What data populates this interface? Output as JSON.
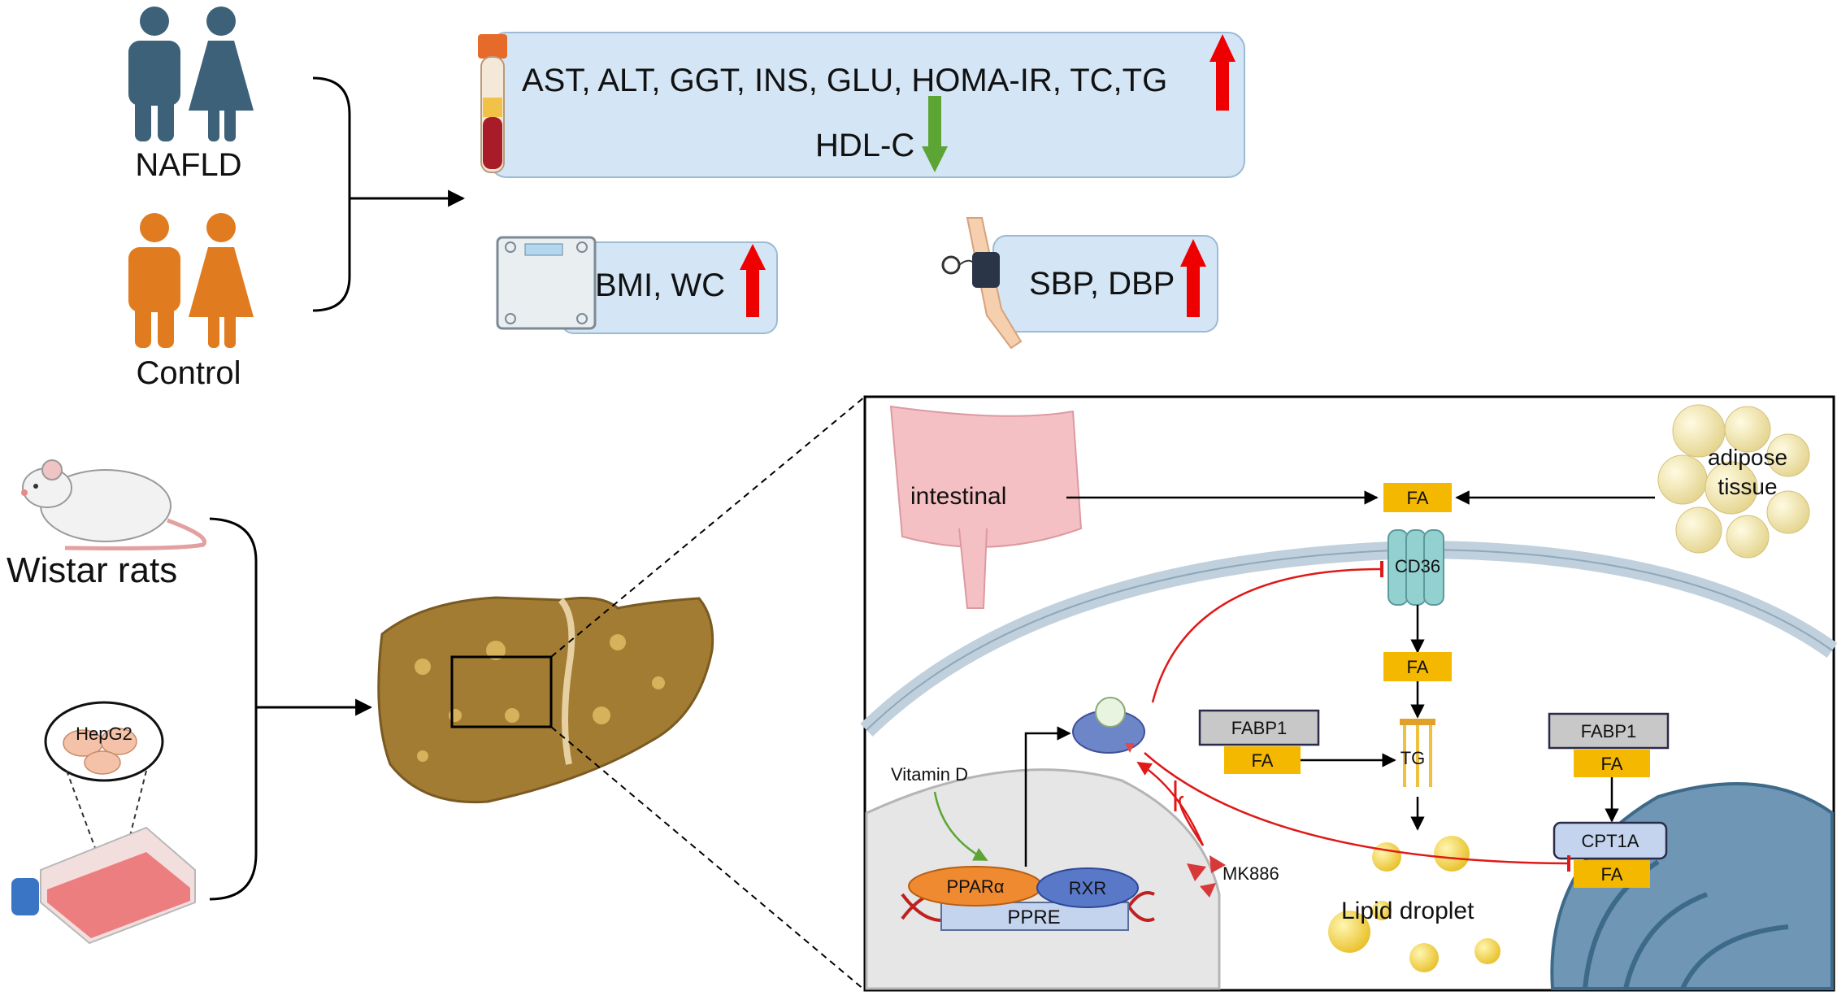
{
  "groups": {
    "nafld": "NAFLD",
    "control": "Control",
    "wistar": "Wistar rats",
    "hepg2": "HepG2"
  },
  "blood_panel": {
    "markers_up": "AST, ALT, GGT, INS, GLU, HOMA-IR, TC,TG",
    "markers_down": "HDL-C"
  },
  "body_panel": {
    "text": "BMI, WC"
  },
  "bp_panel": {
    "text": "SBP, DBP"
  },
  "pathway": {
    "intestinal": "intestinal",
    "adipose_line1": "adipose",
    "adipose_line2": "tissue",
    "fa": "FA",
    "cd36": "CD36",
    "fabp1": "FABP1",
    "tg": "TG",
    "cpt1a": "CPT1A",
    "vitamin_d": "Vitamin D",
    "ppara": "PPARα",
    "rxr": "RXR",
    "ppre": "PPRE",
    "mk886": "MK886",
    "lipid_droplet": "Lipid droplet"
  },
  "colors": {
    "people_nafld": "#3d6178",
    "people_control": "#e07b20",
    "panel_fill": "#d4e6f6",
    "up_arrow": "#ee0000",
    "down_arrow": "#5ca534",
    "fa_box": "#f5b800",
    "inhibit_line": "#e01818",
    "liver": "#a27c32"
  }
}
